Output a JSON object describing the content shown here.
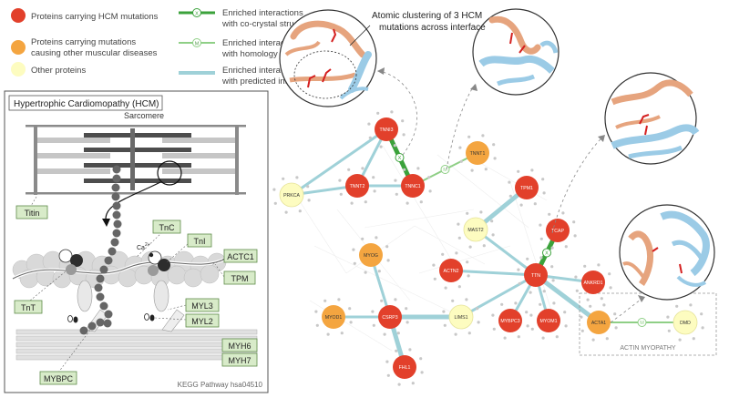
{
  "legend": {
    "node_types": [
      {
        "label": "Proteins carrying HCM mutations",
        "color": "#e2402b"
      },
      {
        "label": "Proteins carrying mutations causing other muscular diseases",
        "label_line1": "Proteins carrying mutations",
        "label_line2": "causing other muscular diseases",
        "color": "#f4a540"
      },
      {
        "label": "Other proteins",
        "color": "#fdfcc0"
      }
    ],
    "edge_types": [
      {
        "line1": "Enriched interactions",
        "line2": "with co-crystal structures",
        "color": "#3ba23b",
        "badge": "X"
      },
      {
        "line1": "Enriched interactions",
        "line2": "with homology models",
        "color": "#8fcf86",
        "badge": "M"
      },
      {
        "line1": "Enriched interactions",
        "line2": "with predicted interfaces",
        "color": "#9fd1d8",
        "badge": ""
      }
    ]
  },
  "hcm_panel": {
    "title": "Hypertrophic Cardiomopathy (HCM)",
    "sarcomere": "Sarcomere",
    "calcium": "Ca",
    "calcium_sup": "2+",
    "labels": {
      "titin": "Titin",
      "tnc": "TnC",
      "tni": "TnI",
      "actc1": "ACTC1",
      "tpm": "TPM",
      "tnt": "TnT",
      "myl3": "MYL3",
      "myl2": "MYL2",
      "myh6": "MYH6",
      "myh7": "MYH7",
      "mybpc": "MYBPC"
    },
    "kegg": "KEGG Pathway hsa04510"
  },
  "annotation": {
    "line1": "Atomic clustering of 3 HCM",
    "line2": "mutations across interface"
  },
  "network": {
    "nodes": [
      {
        "id": "TNNI3",
        "type": "hcm"
      },
      {
        "id": "TNNT2",
        "type": "hcm"
      },
      {
        "id": "TNNC1",
        "type": "hcm"
      },
      {
        "id": "PRKCA",
        "type": "other"
      },
      {
        "id": "TNNT1",
        "type": "muscular"
      },
      {
        "id": "TPM1",
        "type": "hcm"
      },
      {
        "id": "MAST2",
        "type": "other"
      },
      {
        "id": "TCAP",
        "type": "hcm"
      },
      {
        "id": "ACTN2",
        "type": "hcm"
      },
      {
        "id": "TTN",
        "type": "hcm"
      },
      {
        "id": "ANKRD1",
        "type": "hcm"
      },
      {
        "id": "MYOG",
        "type": "muscular"
      },
      {
        "id": "MYOD1",
        "type": "muscular"
      },
      {
        "id": "CSRP3",
        "type": "hcm"
      },
      {
        "id": "LIMS1",
        "type": "other"
      },
      {
        "id": "MYBPC3",
        "type": "hcm"
      },
      {
        "id": "MYOM1",
        "type": "hcm"
      },
      {
        "id": "ACTA1",
        "type": "muscular"
      },
      {
        "id": "DMD",
        "type": "other"
      },
      {
        "id": "FHL1",
        "type": "hcm"
      }
    ],
    "edges": [
      {
        "from": "TNNI3",
        "to": "TNNC1",
        "kind": "crystal",
        "badge": "X"
      },
      {
        "from": "TNNC1",
        "to": "TNNT1",
        "kind": "homology",
        "badge": "M"
      },
      {
        "from": "TTN",
        "to": "TCAP",
        "kind": "crystal",
        "badge": "X"
      },
      {
        "from": "ACTA1",
        "to": "DMD",
        "kind": "homology",
        "badge": "M"
      },
      {
        "from": "TNNI3",
        "to": "TNNT2",
        "kind": "predicted"
      },
      {
        "from": "TNNT2",
        "to": "TNNC1",
        "kind": "predicted"
      },
      {
        "from": "PRKCA",
        "to": "TNNI3",
        "kind": "predicted"
      },
      {
        "from": "PRKCA",
        "to": "TNNT2",
        "kind": "predicted"
      },
      {
        "from": "TPM1",
        "to": "MAST2",
        "kind": "predicted"
      },
      {
        "from": "TTN",
        "to": "ACTN2",
        "kind": "predicted"
      },
      {
        "from": "TTN",
        "to": "ANKRD1",
        "kind": "predicted"
      },
      {
        "from": "TTN",
        "to": "MYBPC3",
        "kind": "predicted"
      },
      {
        "from": "TTN",
        "to": "MYOM1",
        "kind": "predicted"
      },
      {
        "from": "TTN",
        "to": "LIMS1",
        "kind": "predicted"
      },
      {
        "from": "TTN",
        "to": "ACTA1",
        "kind": "predicted"
      },
      {
        "from": "TTN",
        "to": "MAST2",
        "kind": "predicted"
      },
      {
        "from": "CSRP3",
        "to": "MYOD1",
        "kind": "predicted"
      },
      {
        "from": "CSRP3",
        "to": "MYOG",
        "kind": "predicted"
      },
      {
        "from": "CSRP3",
        "to": "LIMS1",
        "kind": "predicted"
      },
      {
        "from": "CSRP3",
        "to": "FHL1",
        "kind": "predicted"
      }
    ],
    "actin_box_label": "ACTIN MYOPATHY"
  },
  "colors": {
    "hcm": "#e2402b",
    "muscular": "#f4a540",
    "other": "#fdfcc0",
    "crystal": "#3ba23b",
    "homology": "#8fcf86",
    "predicted": "#9fd1d8",
    "protein_a": "#e6a47e",
    "protein_b": "#9bcbe6",
    "mutation": "#d42020"
  }
}
